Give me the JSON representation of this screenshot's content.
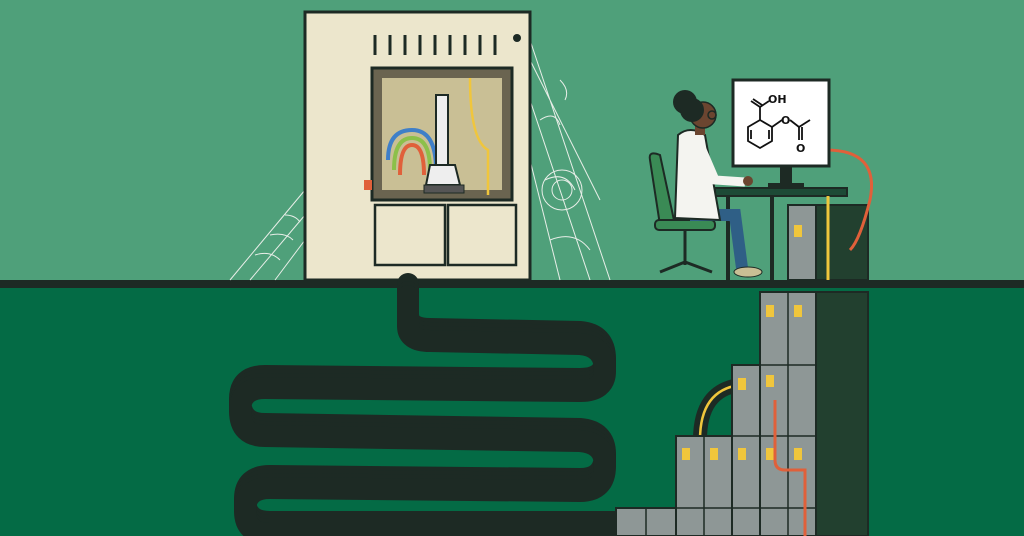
{
  "scene": {
    "sky_color": "#4fa07a",
    "ground_color": "#046b45",
    "floor_line_color": "#1d2a24",
    "cabinet_color": "#ece6cc",
    "server_color": "#8e9796",
    "cable_colors": [
      "#f0c63c",
      "#e0603a",
      "#3f7fc8",
      "#8cc04a"
    ]
  },
  "monitor": {
    "molecule": "aspirin",
    "labels": {
      "hydroxyl": "OH",
      "ester_oxygen": "O",
      "carbonyl_oxygen": "O"
    }
  }
}
